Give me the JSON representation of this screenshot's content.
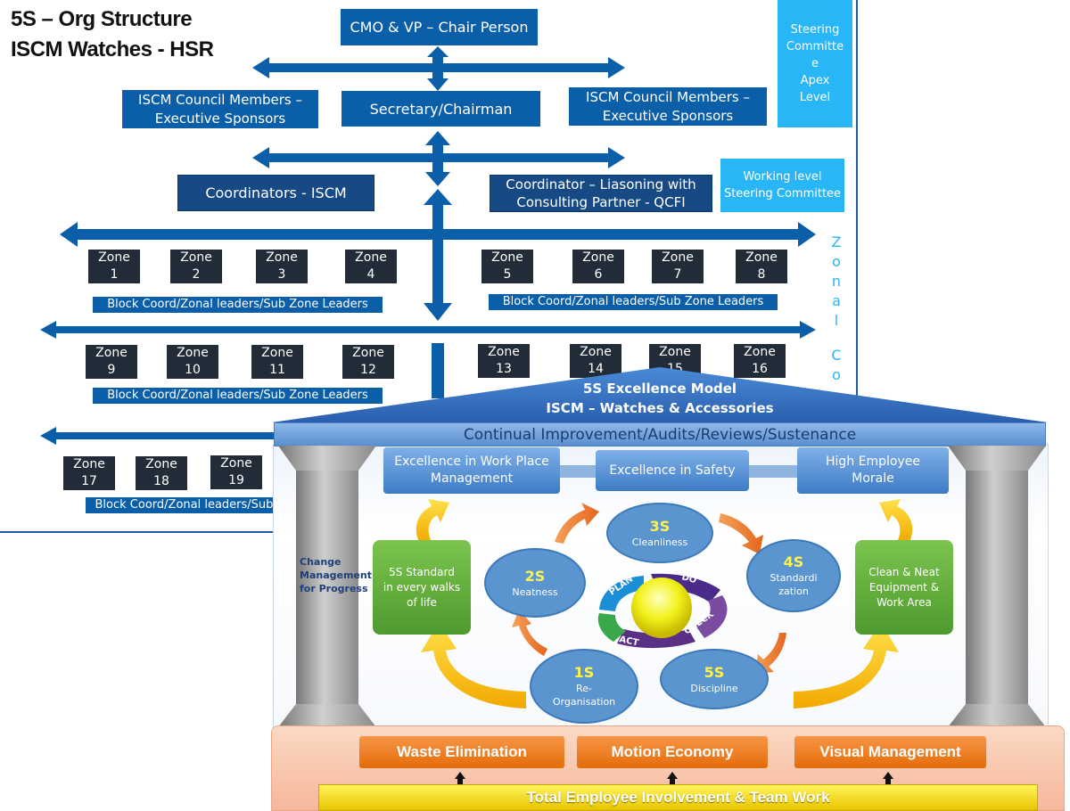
{
  "title": {
    "line1": "5S – Org Structure",
    "line2": "ISCM Watches - HSR"
  },
  "org": {
    "chair": "CMO & VP – Chair Person",
    "secretary": "Secretary/Chairman",
    "council_left": [
      "ISCM Council Members –",
      "Executive Sponsors"
    ],
    "council_right": [
      "ISCM Council Members –",
      "Executive Sponsors"
    ],
    "steering_apex": [
      "Steering",
      "Committe",
      "e",
      "Apex",
      "Level"
    ],
    "coordinators": "Coordinators - ISCM",
    "coordinator_qcfi": [
      "Coordinator – Liasoning with",
      "Consulting Partner - QCFI"
    ],
    "working_level": [
      "Working level",
      "Steering Committee"
    ],
    "zonal_letters": [
      "Z",
      "o",
      "n",
      "a",
      "l",
      "",
      "C",
      "o"
    ],
    "zone_word": "Zone",
    "zones": [
      "1",
      "2",
      "3",
      "4",
      "5",
      "6",
      "7",
      "8",
      "9",
      "10",
      "11",
      "12",
      "13",
      "14",
      "15",
      "16",
      "17",
      "18",
      "19"
    ],
    "leaders": "Block Coord/Zonal leaders/Sub Zone Leaders",
    "leaders_cut": "Block Coord/Zonal leaders/Sub Z"
  },
  "model": {
    "roof": [
      "5S Excellence Model",
      "ISCM – Watches & Accessories"
    ],
    "beam": "Continual Improvement/Audits/Reviews/Sustenance",
    "tabs": [
      [
        "Excellence in Work Place",
        "Management"
      ],
      [
        "Excellence in  Safety"
      ],
      [
        "High Employee",
        "Morale"
      ]
    ],
    "change_mgmt": [
      "Change",
      "Management",
      "for Progress"
    ],
    "green_left": [
      "5S Standard",
      "in every walks",
      "of life"
    ],
    "green_right": [
      "Clean & Neat",
      "Equipment &",
      "Work Area"
    ],
    "circles": [
      {
        "code": "1S",
        "label": [
          "Re-",
          "Organisation"
        ]
      },
      {
        "code": "2S",
        "label": [
          "Neatness"
        ]
      },
      {
        "code": "3S",
        "label": [
          "Cleanliness"
        ]
      },
      {
        "code": "4S",
        "label": [
          "Standardi",
          "zation"
        ]
      },
      {
        "code": "5S",
        "label": [
          "Discipline"
        ]
      }
    ],
    "pdca": [
      "PLAN",
      "DO",
      "CHECK",
      "ACT"
    ],
    "base_buttons": [
      "Waste Elimination",
      "Motion Economy",
      "Visual Management"
    ],
    "foundation": "Total Employee Involvement & Team Work"
  },
  "colors": {
    "org_blue": "#0b5fa8",
    "light_blue": "#29b6f6",
    "zone_dark": "#222b38",
    "orange": "#e46c0a",
    "yellow": "#ffd700",
    "green": "#4f9a2e"
  }
}
